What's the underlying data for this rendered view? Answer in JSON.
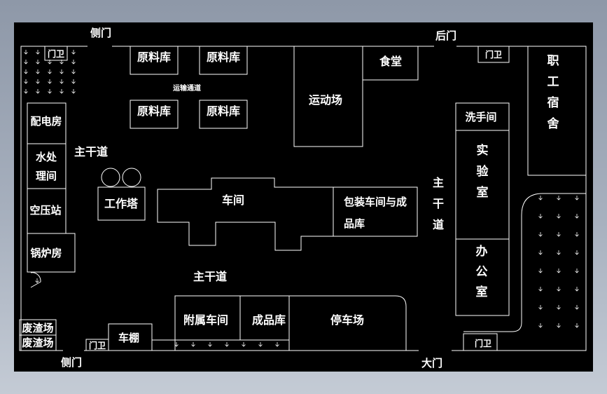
{
  "gates": {
    "side_top": "侧门",
    "rear": "后门",
    "side_bottom": "侧门",
    "main": "大门"
  },
  "guard_booths": [
    "门卫",
    "门卫",
    "门卫",
    "门卫"
  ],
  "buildings": {
    "raw_store_1": "原料库",
    "raw_store_2": "原料库",
    "raw_store_3": "原料库",
    "raw_store_4": "原料库",
    "transport_lane": "运输通道",
    "sports_field": "运动场",
    "canteen": "食堂",
    "staff_dorm": [
      "职",
      "工",
      "宿",
      "舍"
    ],
    "power_room": "配电房",
    "water_room": [
      "水处",
      "理间"
    ],
    "compressor": "空压站",
    "boiler": "锅炉房",
    "work_tower": "工作塔",
    "workshop": "车间",
    "packaging": [
      "包装车间与成",
      "品库"
    ],
    "washroom": "洗手间",
    "lab": [
      "实",
      "验",
      "室"
    ],
    "office": [
      "办",
      "公",
      "室"
    ],
    "aux_workshop": "附属车间",
    "finished_store": "成品库",
    "parking": "停车场",
    "car_shed": "车棚",
    "waste_1": "废渣场",
    "waste_2": "废渣场"
  },
  "roads": {
    "main_left": "主干道",
    "main_center": "主干道",
    "main_right": [
      "主",
      "干",
      "道"
    ]
  }
}
